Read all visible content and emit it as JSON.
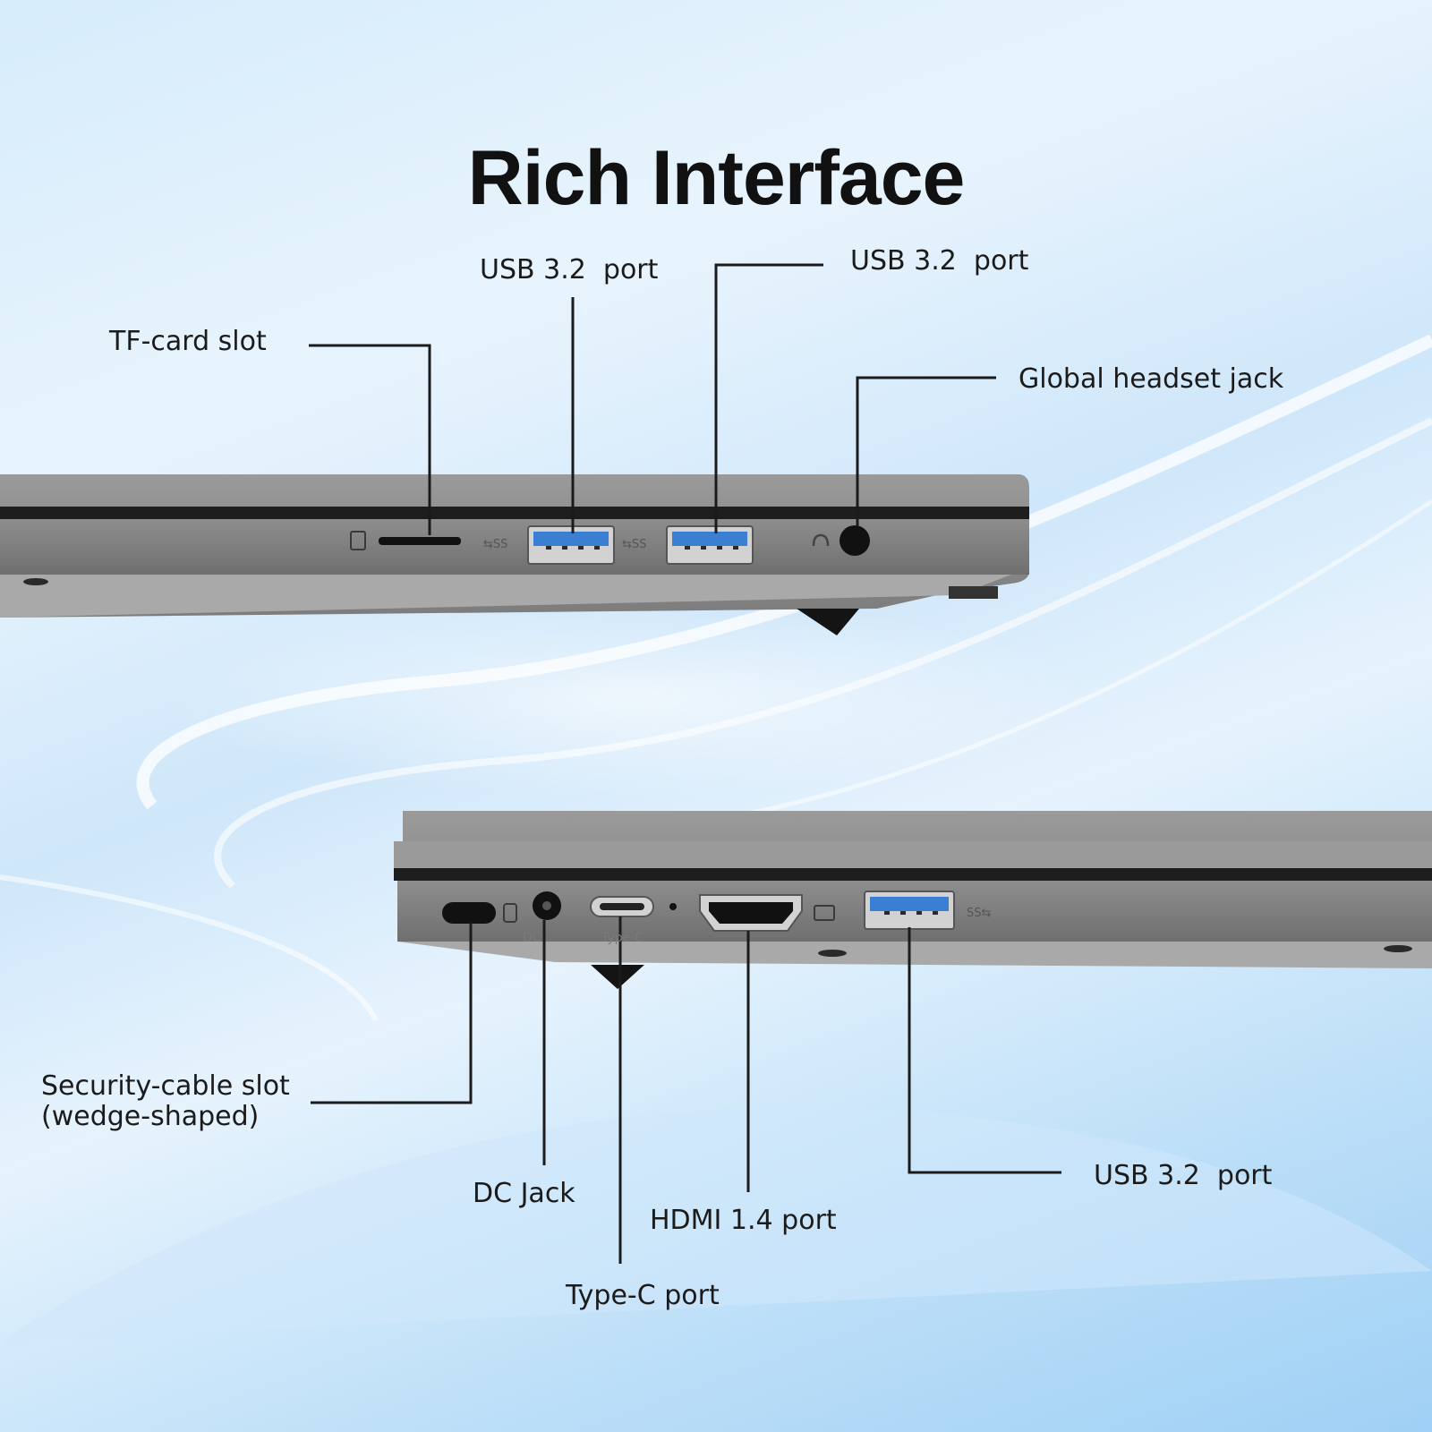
{
  "title": "Rich Interface",
  "callouts": {
    "tf_card": "TF-card slot",
    "usb_top_left": "USB 3.2  port",
    "usb_top_right": "USB 3.2  port",
    "headset": "Global headset jack",
    "security_line1": "Security-cable slot",
    "security_line2": "(wedge-shaped)",
    "dc_jack": "DC Jack",
    "hdmi": "HDMI 1.4 port",
    "type_c": "Type-C port",
    "usb_bottom": "USB 3.2  port"
  },
  "port_markings": {
    "dc": "DC",
    "type_c": "Type-C"
  },
  "colors": {
    "usb_blue": "#3a7fd1",
    "chassis": "#8c8c8c",
    "text": "#1b1b1b"
  }
}
